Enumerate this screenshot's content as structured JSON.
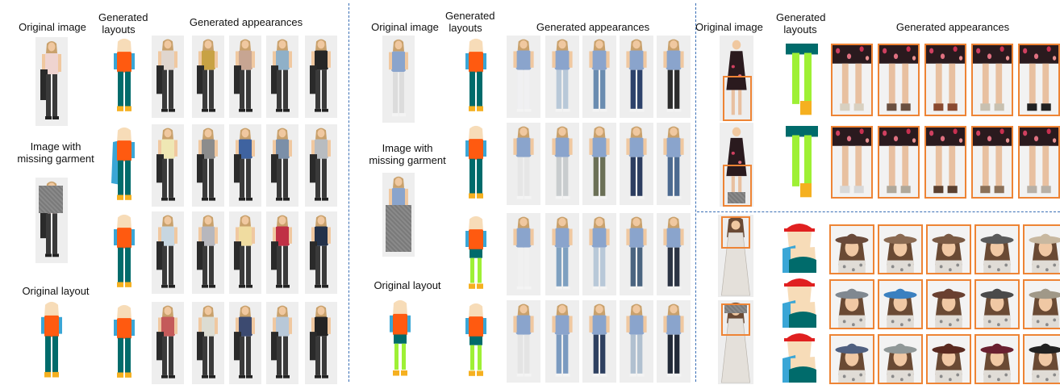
{
  "labels": {
    "original_image": "Original image",
    "generated_layouts": "Generated layouts",
    "generated_appearances": "Generated appearances",
    "image_missing_line1": "Image with",
    "image_missing_line2": "missing garment",
    "original_layout": "Original layout"
  },
  "colors": {
    "skin": "#f7dcb8",
    "upper": "#ff5a10",
    "lower_a": "#006b6b",
    "lower_b": "#9ef035",
    "arm": "#3aa6d6",
    "shoes": "#f5b020",
    "hat": "#e02020",
    "divider": "#3a6fb5",
    "highlight": "#ee8435"
  },
  "panel1_tops": [
    [
      "#e0d6ce",
      "#c8a244",
      "#c7a592",
      "#8fb0c8",
      "#262626"
    ],
    [
      "#efe7b4",
      "#8c8c8c",
      "#3f63a0",
      "#7b8fa8",
      "#b8bcc0"
    ],
    [
      "#c7d6e0",
      "#b7b7bd",
      "#f0dca0",
      "#c03045",
      "#24324a"
    ],
    [
      "#c45a5a",
      "#dcdcd2",
      "#3c4a70",
      "#b8c8d8",
      "#242424"
    ]
  ],
  "panel2_bottoms": [
    [
      "#f0f0f2",
      "#b8c8d8",
      "#6a8cb0",
      "#2d426b",
      "#2c2c2c"
    ],
    [
      "#e6e6e6",
      "#c8ccce",
      "#6b7056",
      "#2c3d60",
      "#4c6a90"
    ],
    [
      "#f0f0f0",
      "#7ea0c0",
      "#b8c8d8",
      "#4a6480",
      "#2c3444"
    ],
    [
      "#e4e4e4",
      "#7a9ac0",
      "#2e4060",
      "#b0c0d0",
      "#222a38"
    ]
  ],
  "panel3_shoes": [
    [
      "#d8d0c0",
      "#6a5040",
      "#8a4a30",
      "#c8c0b0",
      "#222222"
    ],
    [
      "#d8d8d8",
      "#b0a89a",
      "#5a4030",
      "#8a7058",
      "#b8b0a6"
    ]
  ],
  "panel3_hats": [
    [
      "#6a4a3a",
      "#8a6a52",
      "#7a5a44",
      "#5a5a5a",
      "#c8b8a0"
    ],
    [
      "#808890",
      "#3a80c0",
      "#6a4030",
      "#4a4a4a",
      "#a09888"
    ],
    [
      "#506080",
      "#909898",
      "#5a2a20",
      "#6a2030",
      "#222222"
    ]
  ]
}
